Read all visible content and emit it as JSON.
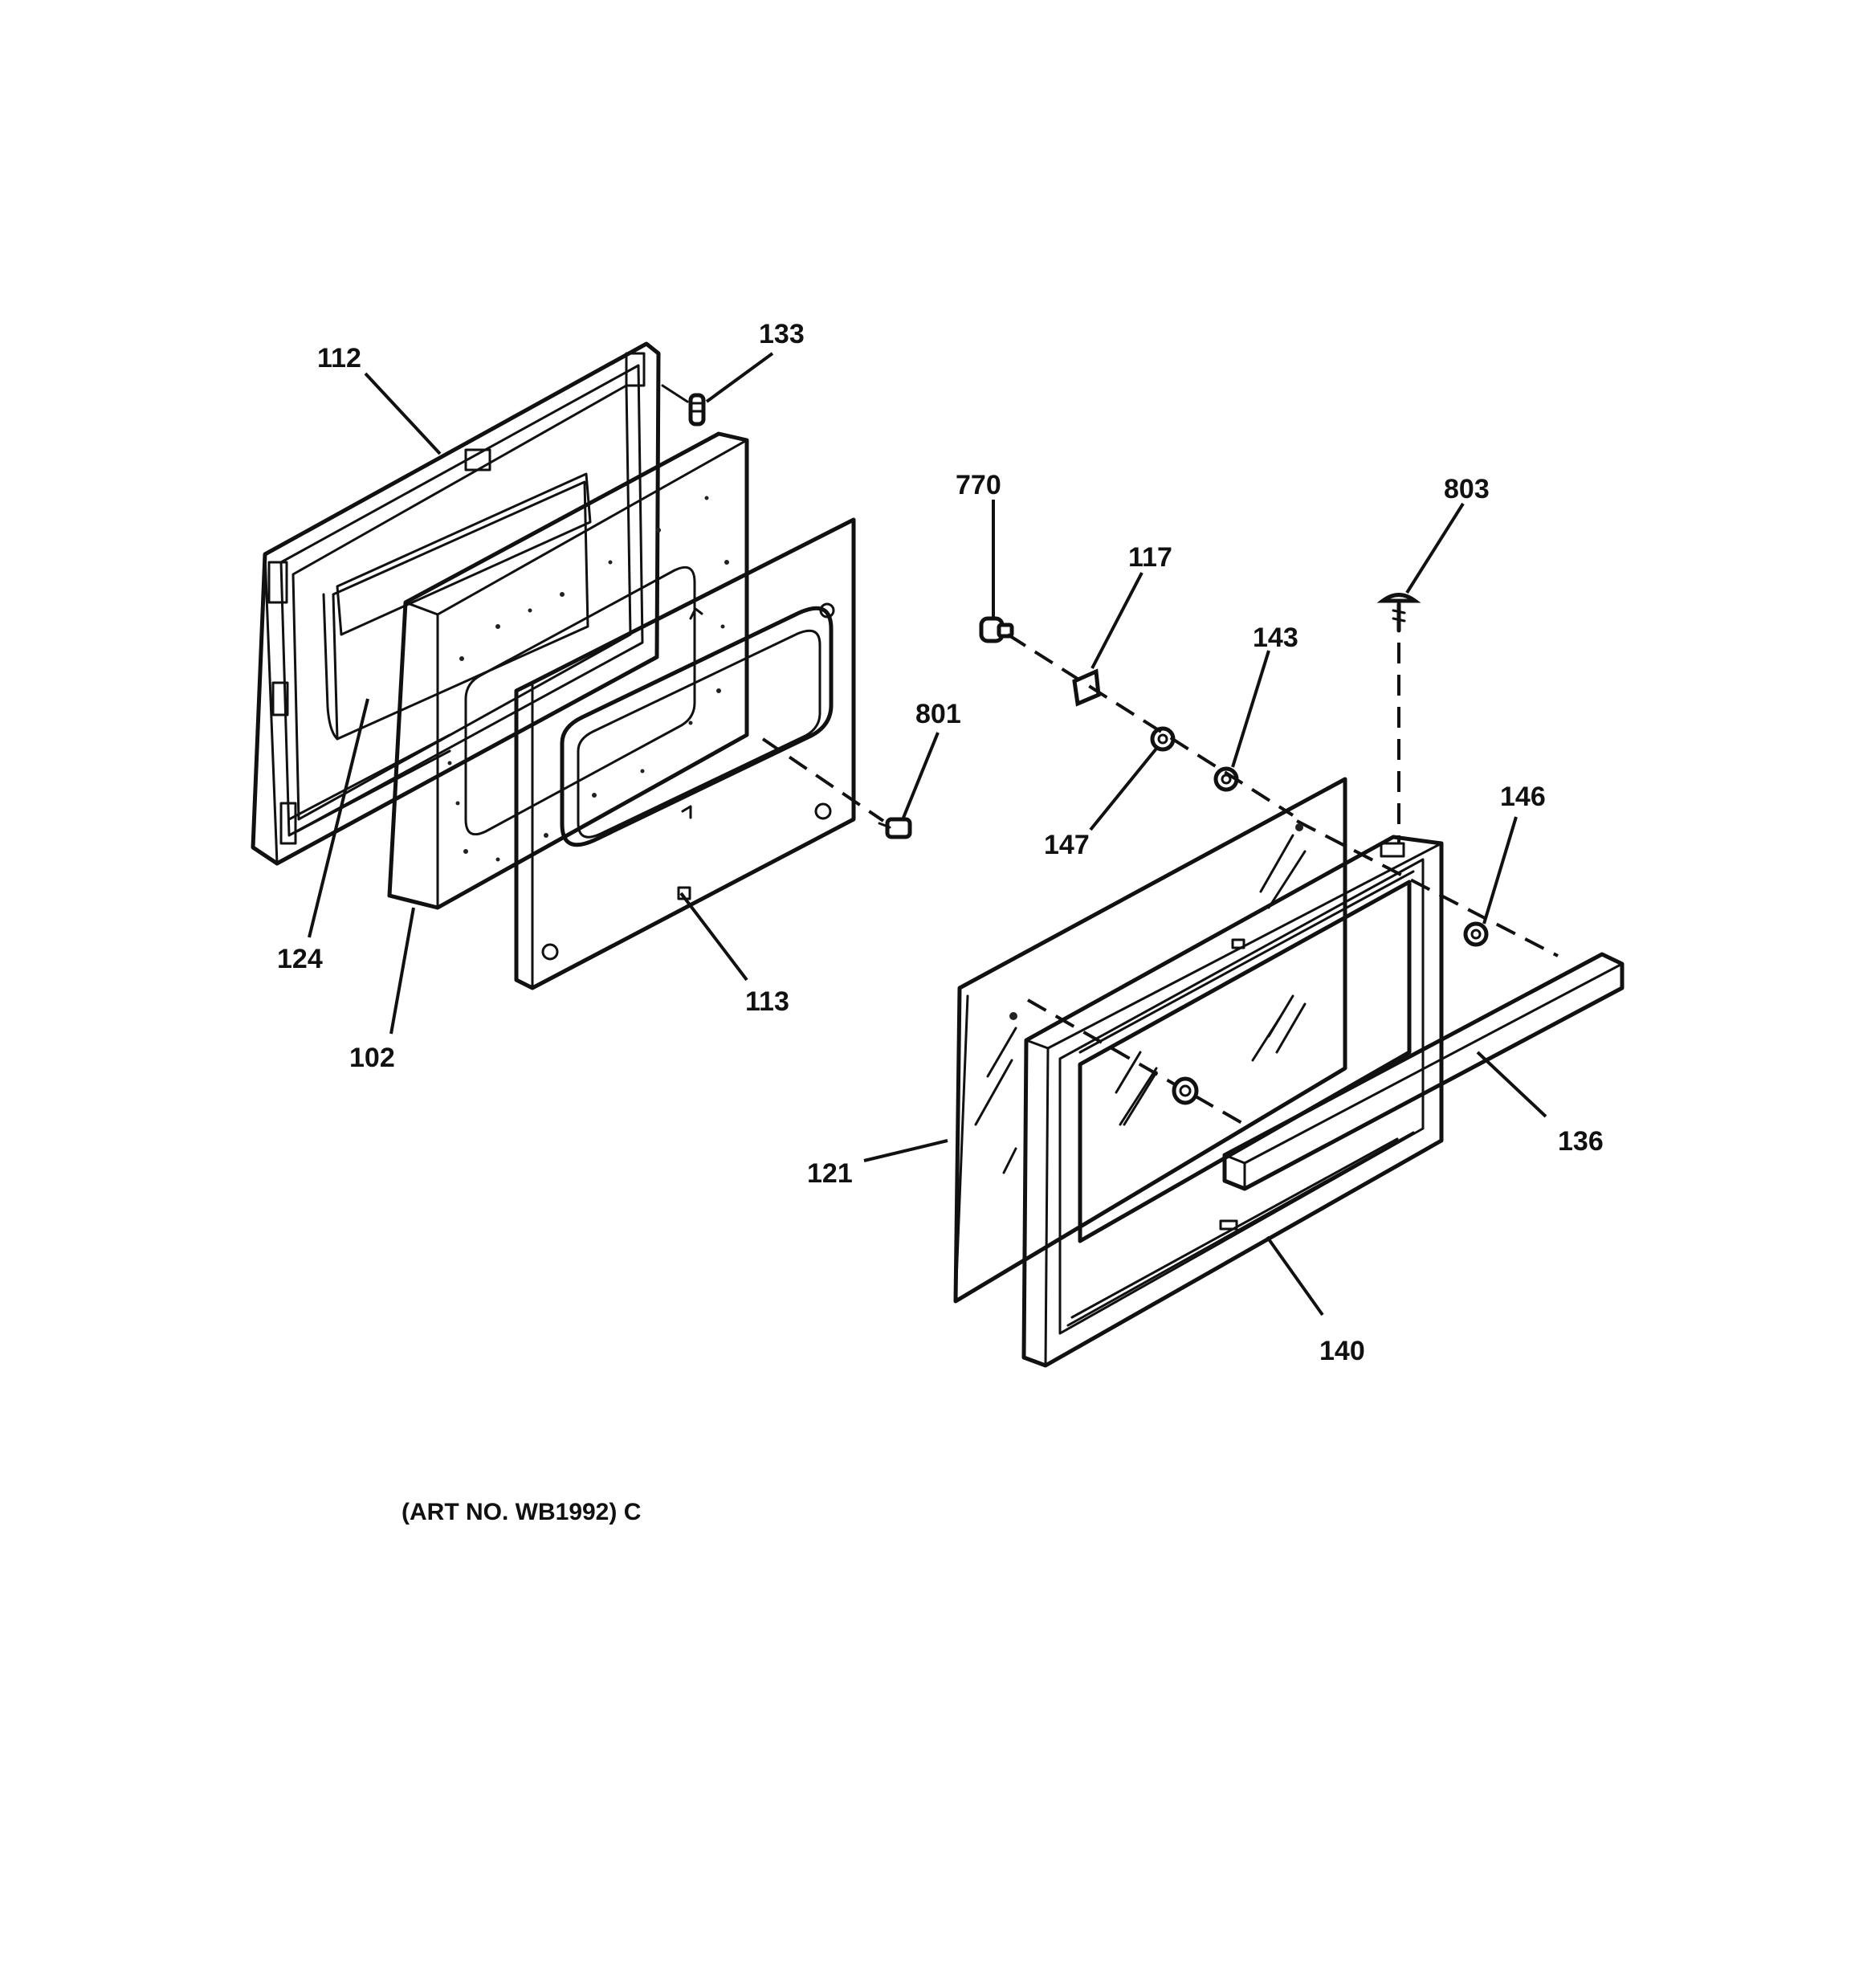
{
  "callouts": {
    "p112": "112",
    "p133": "133",
    "p770": "770",
    "p117": "117",
    "p803": "803",
    "p143": "143",
    "p801": "801",
    "p147": "147",
    "p146": "146",
    "p124": "124",
    "p113": "113",
    "p102": "102",
    "p136": "136",
    "p121": "121",
    "p140": "140"
  },
  "art_number": "(ART NO. WB1992) C"
}
